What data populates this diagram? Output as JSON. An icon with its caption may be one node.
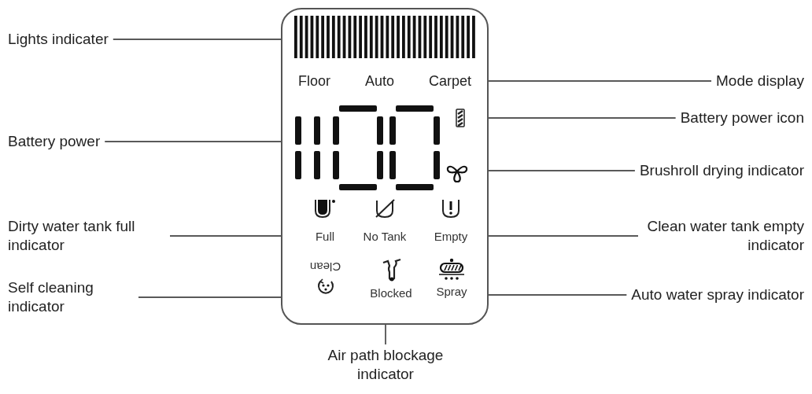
{
  "diagram": {
    "nodes": [
      {
        "text": [],
        "shape": "box"
      },
      {
        "text": [],
        "shape": "bar",
        "in": 0
      },
      {
        "text": [
          "Floor",
          "Auto",
          "Carpet"
        ],
        "in": 0
      },
      {
        "text": [],
        "shape": "box",
        "in": 0
      },
      {
        "text": [],
        "shape": "box",
        "in": 0
      },
      {
        "text": [],
        "shape": "fan",
        "in": 0
      },
      {
        "text": [
          "Full"
        ],
        "in": 0
      },
      {
        "text": [
          "Empty"
        ],
        "in": 0
      },
      {
        "text": [
          "Clean"
        ],
        "in": 0
      },
      {
        "text": [
          "Blocked"
        ],
        "in": 0
      },
      {
        "text": [
          "Spray"
        ],
        "in": 0
      },
      {
        "text": [
          "Lights indicater"
        ]
      },
      {
        "text": [
          "Mode display"
        ]
      },
      {
        "text": [
          "Battery power icon"
        ]
      },
      {
        "text": [
          "Battery power"
        ]
      },
      {
        "text": [
          "Brushroll drying indicator"
        ]
      },
      {
        "text": [
          "Dirty water tank full indicator"
        ]
      },
      {
        "text": [
          "Clean water tank empty indicator"
        ]
      },
      {
        "text": [
          "Self cleaning indicator"
        ]
      },
      {
        "text": [
          "Auto water spray indicator"
        ]
      },
      {
        "text": [
          "Air path blockage indicator"
        ]
      }
    ],
    "edges": [
      {
        "from": 11,
        "to": 1,
        "arrow": "none"
      },
      {
        "from": 12,
        "to": 2,
        "arrow": "none"
      },
      {
        "from": 13,
        "to": 4,
        "arrow": "none"
      },
      {
        "from": 14,
        "to": 3,
        "arrow": "none"
      },
      {
        "from": 15,
        "to": 5,
        "arrow": "none"
      },
      {
        "from": 16,
        "to": 6,
        "arrow": "none"
      },
      {
        "from": 17,
        "to": 7,
        "arrow": "none"
      },
      {
        "from": 18,
        "to": 8,
        "arrow": "none"
      },
      {
        "from": 19,
        "to": 10,
        "arrow": "none"
      },
      {
        "from": 20,
        "to": 9,
        "arrow": "none"
      }
    ],
    "labels": [
      "No Tank"
    ]
  }
}
